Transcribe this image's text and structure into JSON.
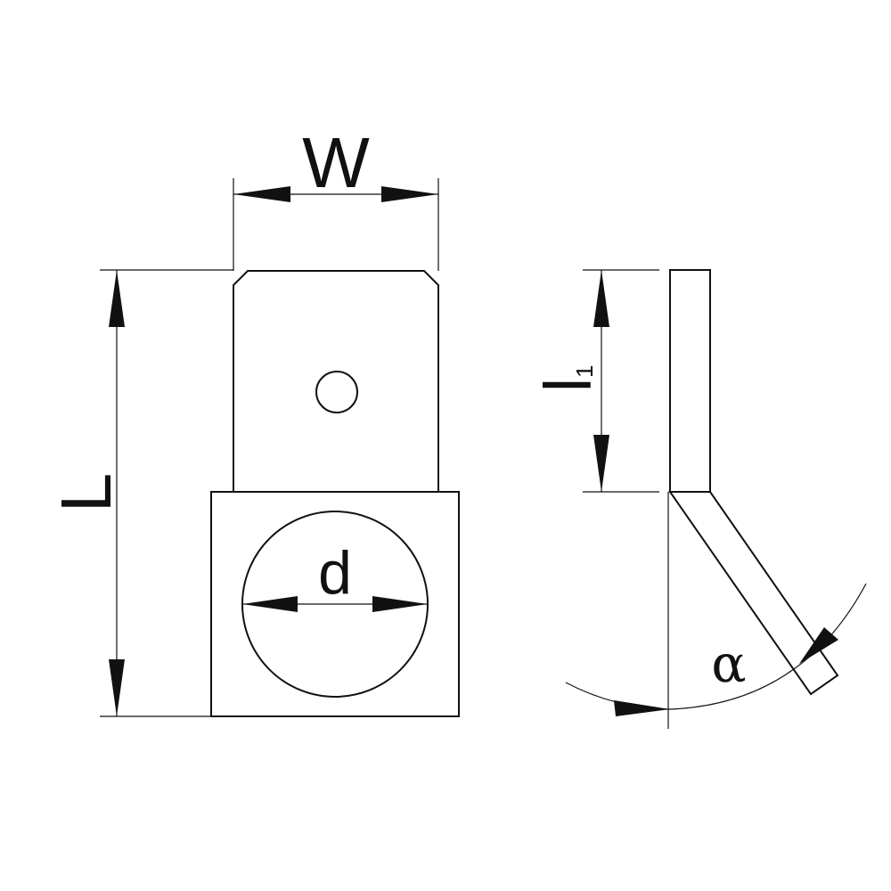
{
  "labels": {
    "width": "W",
    "length": "L",
    "hole_diameter": "d",
    "tab_length_main": "l",
    "tab_length_sub": "1",
    "angle": "α"
  },
  "colors": {
    "line": "#111111",
    "background": "#ffffff"
  }
}
